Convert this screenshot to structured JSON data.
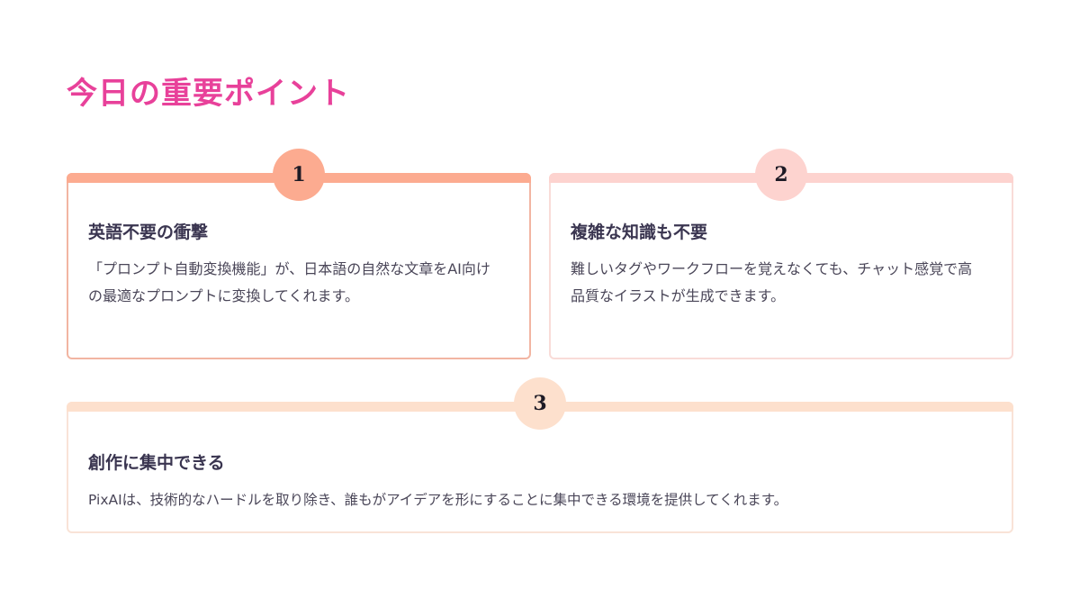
{
  "page": {
    "title": "今日の重要ポイント"
  },
  "points": [
    {
      "number": "1",
      "heading": "英語不要の衝撃",
      "body": "「プロンプト自動変換機能」が、日本語の自然な文章をAI向けの最適なプロンプトに変換してくれます。",
      "accent_color": "#fcab90"
    },
    {
      "number": "2",
      "heading": "複雑な知識も不要",
      "body": "難しいタグやワークフローを覚えなくても、チャット感覚で高品質なイラストが生成できます。",
      "accent_color": "#fdd3cf"
    },
    {
      "number": "3",
      "heading": "創作に集中できる",
      "body": "PixAIは、技術的なハードルを取り除き、誰もがアイデアを形にすることに集中できる環境を提供してくれます。",
      "accent_color": "#fde0cd"
    }
  ],
  "colors": {
    "title": "#e8419a",
    "heading_text": "#3a3550",
    "body_text": "#4a4658",
    "background": "#ffffff"
  }
}
